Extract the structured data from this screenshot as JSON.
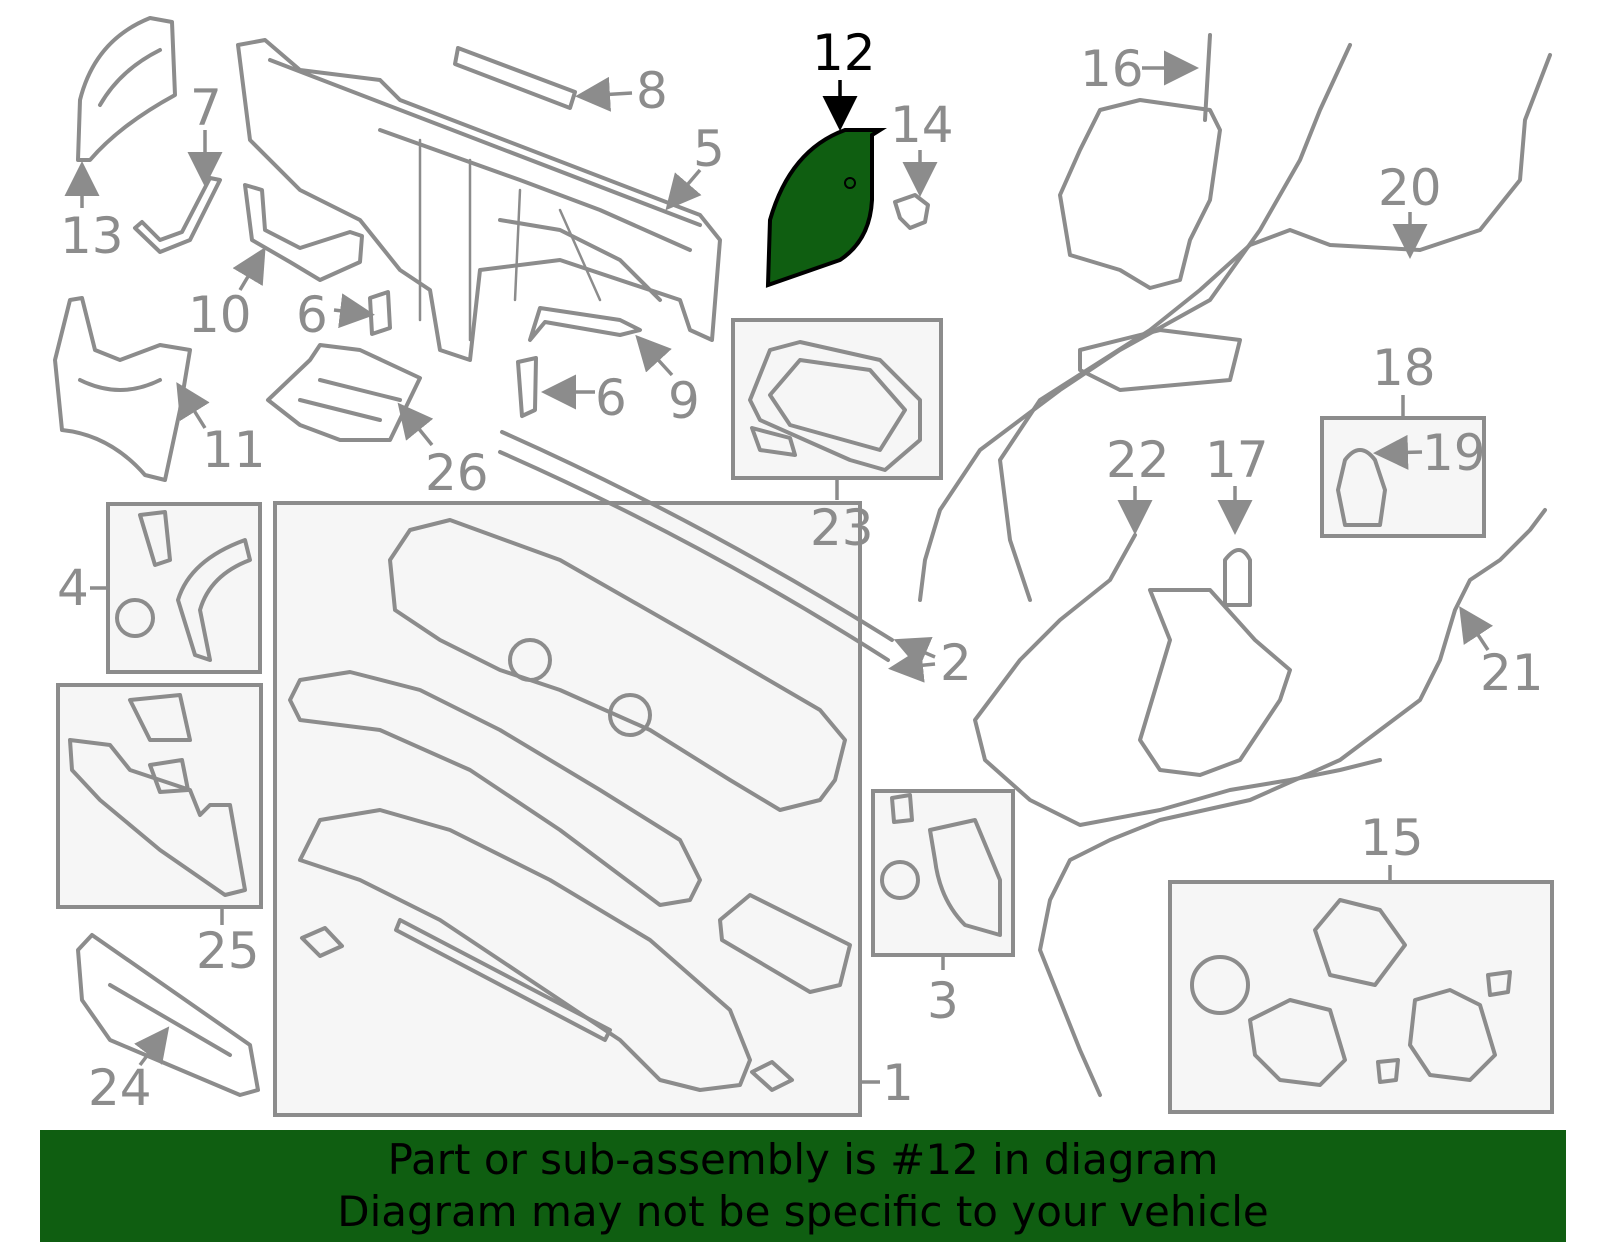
{
  "highlight": {
    "part_number": "12",
    "color": "#0f5e11"
  },
  "callouts": [
    "1",
    "2",
    "3",
    "4",
    "5",
    "6",
    "6",
    "7",
    "8",
    "9",
    "10",
    "11",
    "12",
    "13",
    "14",
    "15",
    "16",
    "17",
    "18",
    "19",
    "20",
    "21",
    "22",
    "23",
    "24",
    "25",
    "26"
  ],
  "banner": {
    "line1": "Part or sub-assembly is #12 in diagram",
    "line2": "Diagram may not be specific to your vehicle"
  }
}
